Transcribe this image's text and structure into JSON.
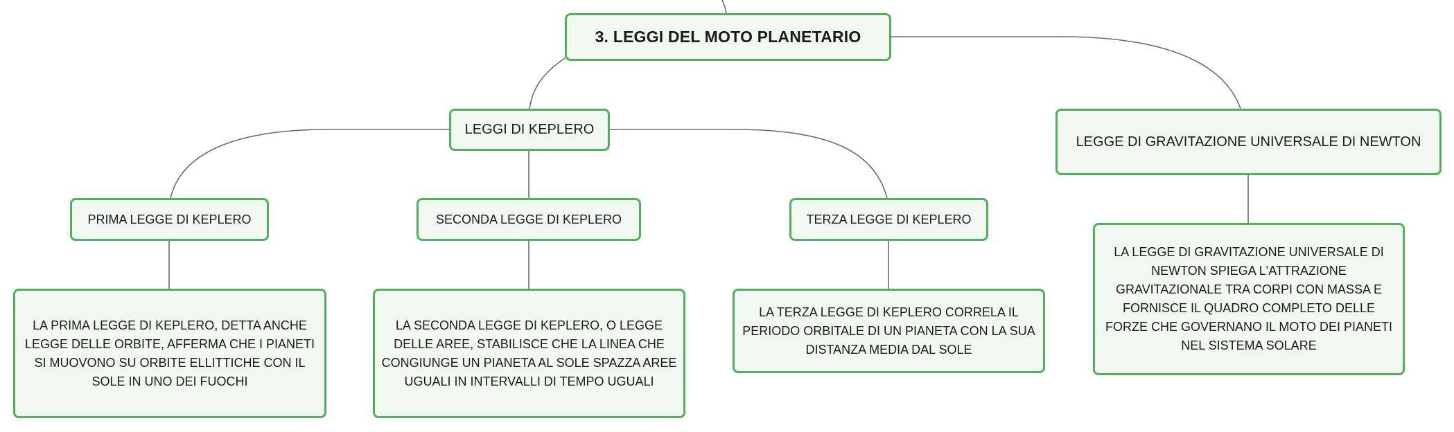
{
  "map": {
    "root": {
      "label": "3. LEGGI DEL MOTO PLANETARIO"
    },
    "kepler": {
      "label": "LEGGI DI KEPLERO",
      "laws": [
        {
          "label": "PRIMA LEGGE DI KEPLERO",
          "description": "LA PRIMA LEGGE DI KEPLERO, DETTA ANCHE LEGGE DELLE ORBITE, AFFERMA CHE I PIANETI SI MUOVONO SU ORBITE ELLITTICHE CON IL SOLE IN UNO DEI FUOCHI"
        },
        {
          "label": "SECONDA LEGGE DI KEPLERO",
          "description": "LA SECONDA LEGGE DI KEPLERO, O LEGGE DELLE AREE, STABILISCE CHE LA LINEA CHE CONGIUNGE UN PIANETA AL SOLE SPAZZA AREE UGUALI IN INTERVALLI DI TEMPO UGUALI"
        },
        {
          "label": "TERZA LEGGE DI KEPLERO",
          "description": "LA TERZA LEGGE DI KEPLERO CORRELA IL PERIODO ORBITALE DI UN PIANETA CON LA SUA DISTANZA MEDIA DAL SOLE"
        }
      ]
    },
    "newton": {
      "label": "LEGGE DI GRAVITAZIONE UNIVERSALE DI NEWTON",
      "description": "LA LEGGE DI GRAVITAZIONE UNIVERSALE DI NEWTON SPIEGA L'ATTRAZIONE GRAVITAZIONALE TRA CORPI CON MASSA E FORNISCE IL QUADRO COMPLETO DELLE FORZE CHE GOVERNANO IL MOTO DEI PIANETI NEL SISTEMA SOLARE"
    }
  },
  "colors": {
    "node_border": "#52b05c",
    "node_fill": "#f1f8f2",
    "connector": "#6b6b6b",
    "text": "#1a1a1a"
  }
}
